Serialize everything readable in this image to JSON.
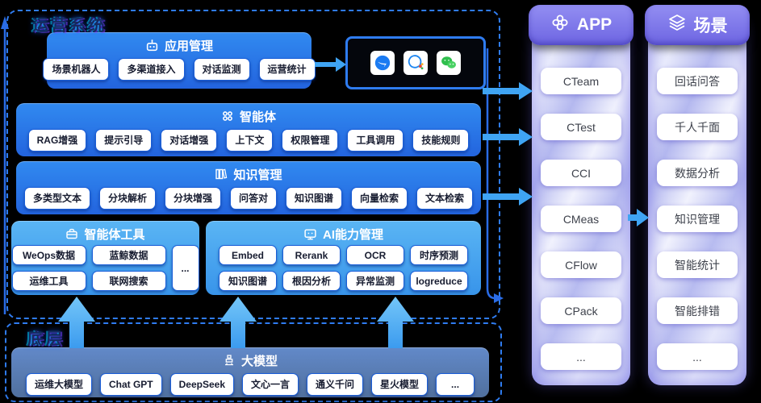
{
  "ops_system": {
    "label": "运营系统",
    "app_mgmt": {
      "title": "应用管理",
      "icon": "robot-icon",
      "buttons": [
        "场景机器人",
        "多渠道接入",
        "对话监测",
        "运营统计"
      ]
    },
    "channels": {
      "icons": [
        "dingtalk-icon",
        "qq-chat-icon",
        "wechat-icon"
      ]
    },
    "agent": {
      "title": "智能体",
      "icon": "dots-grid-icon",
      "buttons": [
        "RAG增强",
        "提示引导",
        "对话增强",
        "上下文",
        "权限管理",
        "工具调用",
        "技能规则"
      ]
    },
    "knowledge": {
      "title": "知识管理",
      "icon": "books-icon",
      "buttons": [
        "多类型文本",
        "分块解析",
        "分块增强",
        "问答对",
        "知识图谱",
        "向量检索",
        "文本检索"
      ]
    },
    "agent_tools": {
      "title": "智能体工具",
      "icon": "toolbox-icon",
      "buttons": [
        "WeOps数据",
        "蓝鲸数据",
        "运维工具",
        "联网搜索"
      ],
      "more": "..."
    },
    "ai_ability": {
      "title": "AI能力管理",
      "icon": "monitor-icon",
      "buttons": [
        "Embed",
        "Rerank",
        "OCR",
        "时序预测",
        "知识图谱",
        "根因分析",
        "异常监测",
        "logreduce"
      ]
    }
  },
  "base_layer": {
    "label": "底层",
    "llm": {
      "title": "大模型",
      "icon": "model-tower-icon",
      "buttons": [
        "运维大模型",
        "Chat GPT",
        "DeepSeek",
        "文心一言",
        "通义千问",
        "星火模型",
        "..."
      ]
    }
  },
  "app_panel": {
    "title": "APP",
    "icon": "clover-cross-icon",
    "items": [
      "CTeam",
      "CTest",
      "CCI",
      "CMeas",
      "CFlow",
      "CPack",
      "..."
    ]
  },
  "scene_panel": {
    "title": "场景",
    "icon": "layers-icon",
    "items": [
      "回话问答",
      "千人千面",
      "数据分析",
      "知识管理",
      "智能统计",
      "智能排错",
      "..."
    ]
  },
  "colors": {
    "row_blue": "#2a74e6",
    "light_blue": "#45a2ee",
    "llm_blue": "#5a7fb8",
    "dashed_border": "#2f7cf0",
    "arrow_blue": "#3fa4f3",
    "panel_purple": "#7a73e8",
    "background": "#000000"
  }
}
